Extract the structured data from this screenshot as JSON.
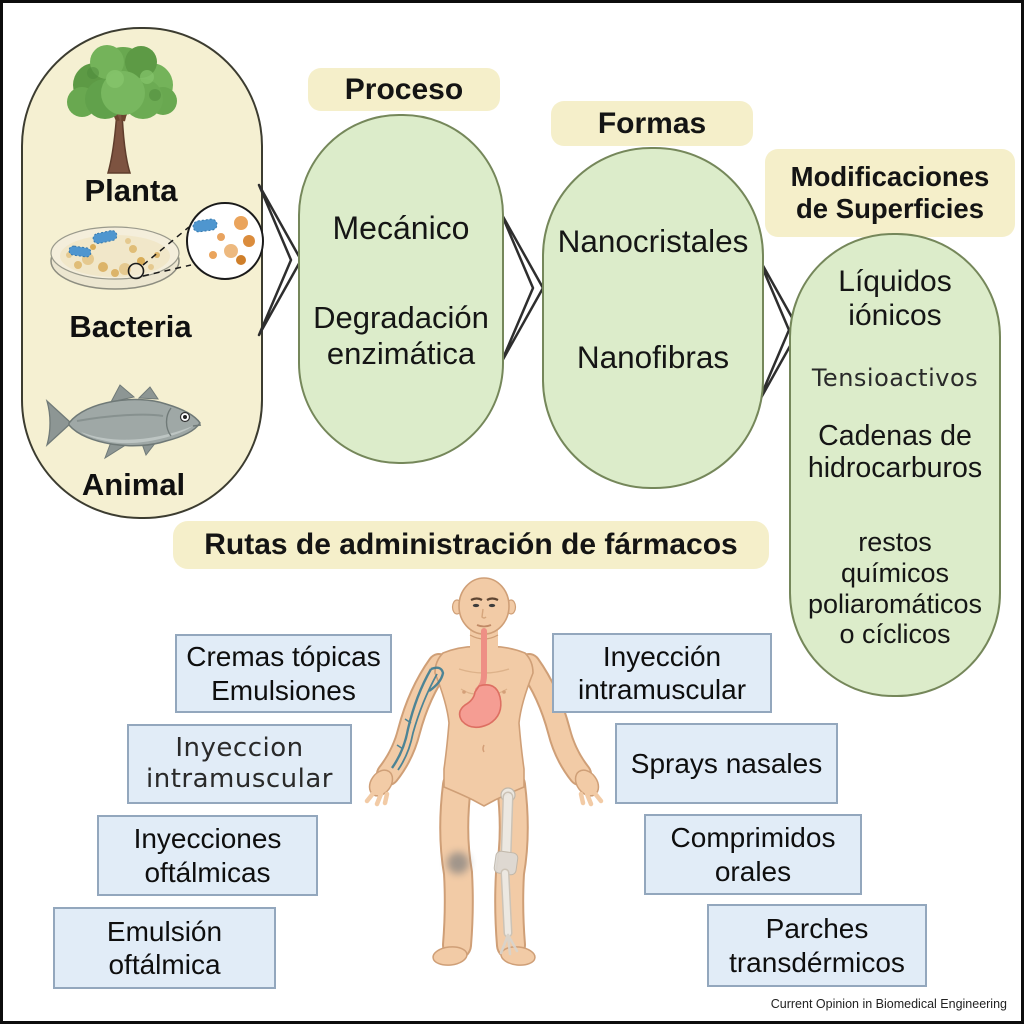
{
  "sources_panel": {
    "planta_label": "Planta",
    "bacteria_label": "Bacteria",
    "animal_label": "Animal",
    "icons": [
      "tree-icon",
      "petri-dish-icon",
      "magnified-bacteria-icon",
      "fish-icon"
    ]
  },
  "proceso": {
    "title": "Proceso",
    "item1": "Mecánico",
    "item2": "Degradación\nenzimática"
  },
  "formas": {
    "title": "Formas",
    "item1": "Nanocristales",
    "item2": "Nanofibras"
  },
  "modificaciones": {
    "title": "Modificaciones\nde Superficies",
    "item1": "Líquidos\niónicos",
    "item2": "Tensioactivos",
    "item3": "Cadenas de\nhidrocarburos",
    "item4": "restos\nquímicos\npoliaromáticos\no cíclicos"
  },
  "rutas": {
    "title": "Rutas de administración de fármacos",
    "left": [
      "Cremas tópicas\nEmulsiones",
      "Inyeccion\nintramuscular",
      "Inyecciones\noftálmicas",
      "Emulsión\noftálmica"
    ],
    "right": [
      "Inyección\nintramuscular",
      "Sprays nasales",
      "Comprimidos\norales",
      "Parches\ntransdérmicos"
    ]
  },
  "credit": "Current Opinion in Biomedical Engineering",
  "colors": {
    "panel_cream": "#f5f0d2",
    "badge_cream": "#f5efca",
    "capsule_green": "#dcecca",
    "capsule_green_border": "#75875a",
    "label_blue_fill": "#e1ecf7",
    "label_blue_border": "#93a7bd",
    "skin": "#f2cba6",
    "organ_pink": "#f59d93",
    "vein_teal": "#3c7d94",
    "bacteria_blue": "#4f96cf",
    "colony_tan": "#e0bd77"
  }
}
